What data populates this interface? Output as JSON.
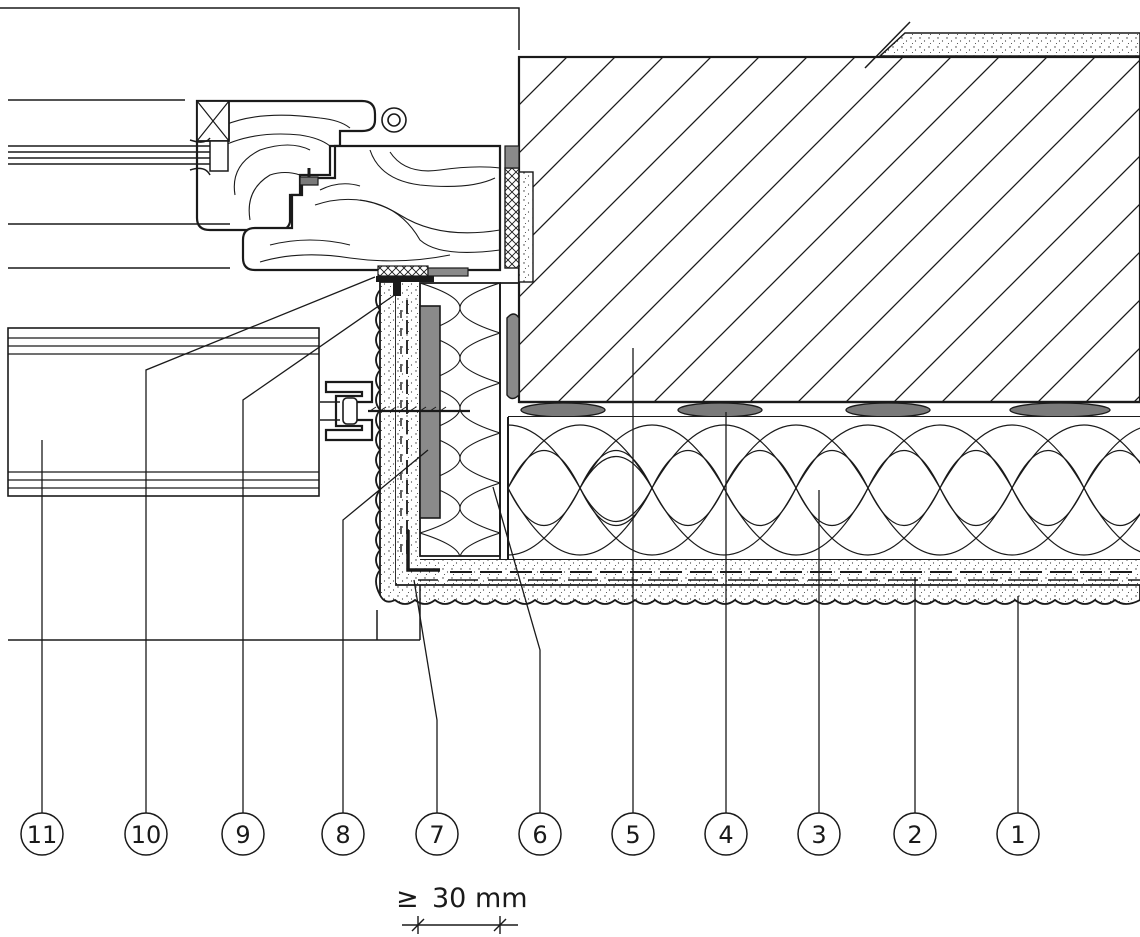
{
  "callouts": [
    {
      "id": "1",
      "label": "1"
    },
    {
      "id": "2",
      "label": "2"
    },
    {
      "id": "3",
      "label": "3"
    },
    {
      "id": "4",
      "label": "4"
    },
    {
      "id": "5",
      "label": "5"
    },
    {
      "id": "6",
      "label": "6"
    },
    {
      "id": "7",
      "label": "7"
    },
    {
      "id": "8",
      "label": "8"
    },
    {
      "id": "9",
      "label": "9"
    },
    {
      "id": "10",
      "label": "10"
    },
    {
      "id": "11",
      "label": "11"
    }
  ],
  "dimension": {
    "symbol": "≥",
    "text": "30 mm"
  }
}
